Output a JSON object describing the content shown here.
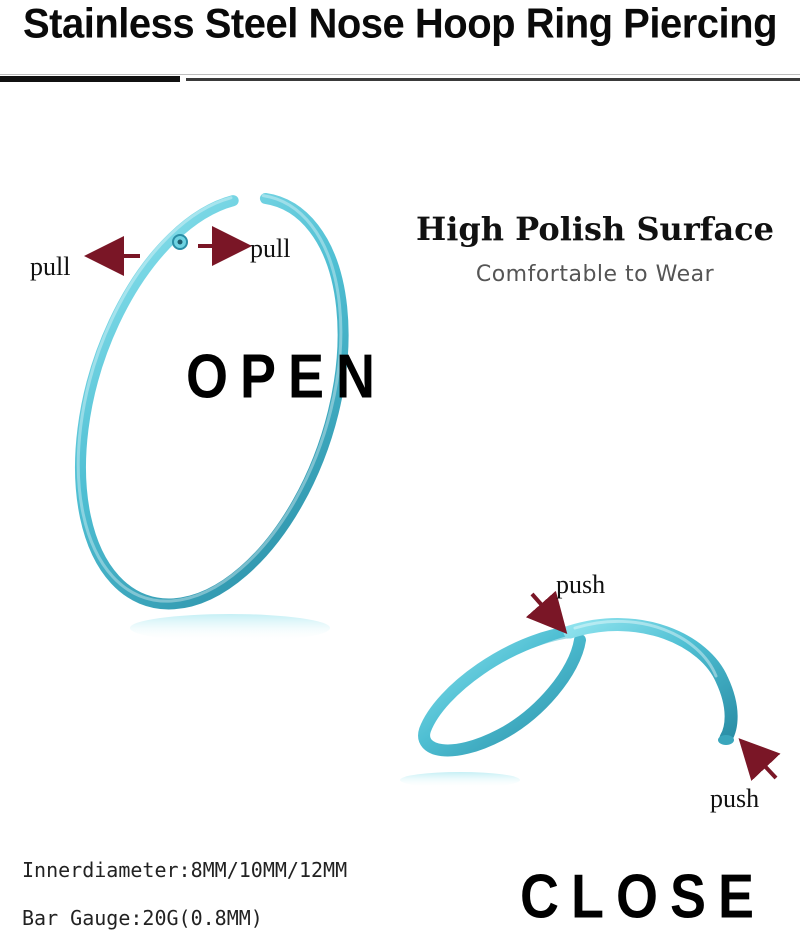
{
  "title": "Stainless Steel Nose Hoop Ring Piercing",
  "headline": "High Polish Surface",
  "subline": "Comfortable to Wear",
  "open_label": "OPEN",
  "close_label": "CLOSE",
  "arrow_labels": {
    "pull_left": "pull",
    "pull_right": "pull",
    "push_top": "push",
    "push_bottom": "push"
  },
  "specs": {
    "inner_diameter": "Innerdiameter:8MM/10MM/12MM",
    "bar_gauge": "Bar Gauge:20G(0.8MM)"
  },
  "colors": {
    "ring": "#5ec8d8",
    "ring_dark": "#2f8fa6",
    "arrow": "#7a1626"
  }
}
